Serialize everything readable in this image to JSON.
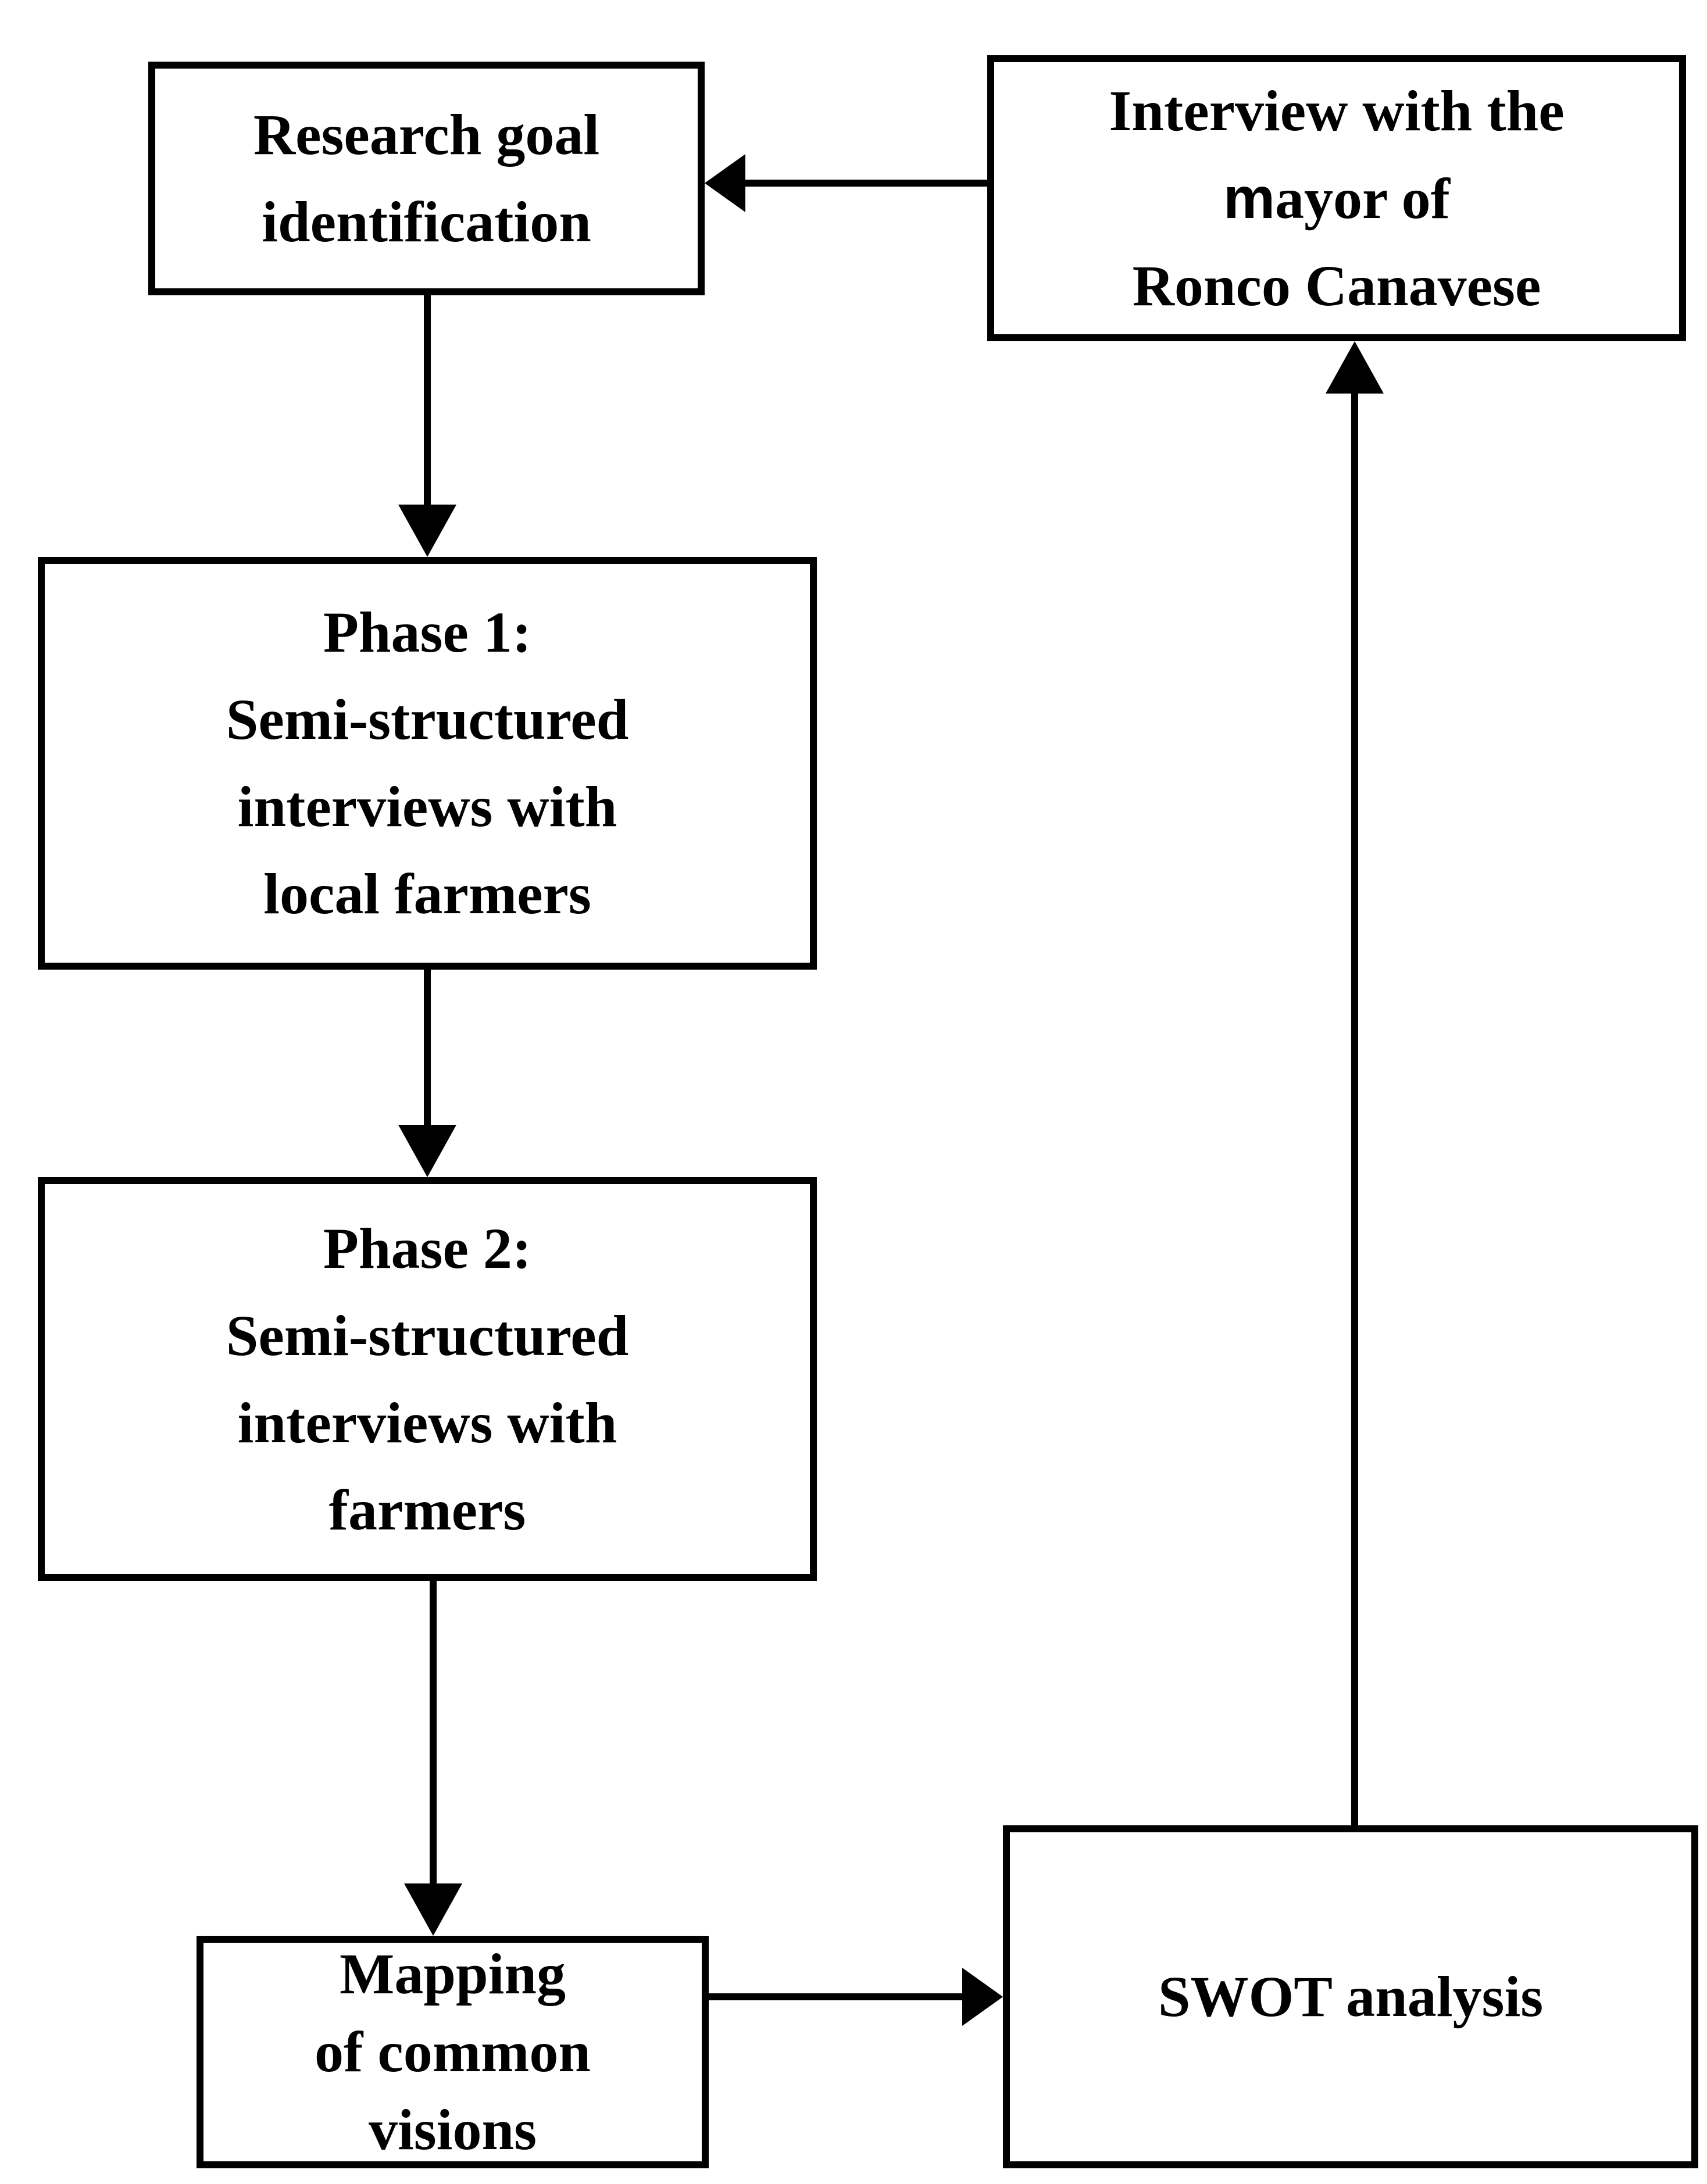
{
  "diagram": {
    "colors": {
      "background": "#ffffff",
      "line": "#000000",
      "text": "#000000"
    },
    "nodes": {
      "research": {
        "lines": [
          "Research goal",
          "identification"
        ]
      },
      "mayor": {
        "line1": "Interview with the",
        "line2_lead": "m",
        "line2_rest": "ayor of",
        "line3": "Ronco Canavese"
      },
      "phase1": {
        "lines": [
          "Phase 1:",
          "Semi-structured",
          "interviews with",
          "local farmers"
        ]
      },
      "phase2": {
        "lines": [
          "Phase 2:",
          "Semi-structured",
          "interviews with",
          "farmers"
        ]
      },
      "mapping": {
        "lines": [
          "Mapping",
          "of common",
          "visions"
        ]
      },
      "swot": {
        "lines": [
          "SWOT analysis"
        ]
      }
    },
    "edges": [
      {
        "from": "mayor",
        "to": "research",
        "direction": "left"
      },
      {
        "from": "research",
        "to": "phase1",
        "direction": "down"
      },
      {
        "from": "phase1",
        "to": "phase2",
        "direction": "down"
      },
      {
        "from": "phase2",
        "to": "mapping",
        "direction": "down"
      },
      {
        "from": "mapping",
        "to": "swot",
        "direction": "right"
      },
      {
        "from": "swot",
        "to": "mayor",
        "direction": "up"
      }
    ]
  }
}
